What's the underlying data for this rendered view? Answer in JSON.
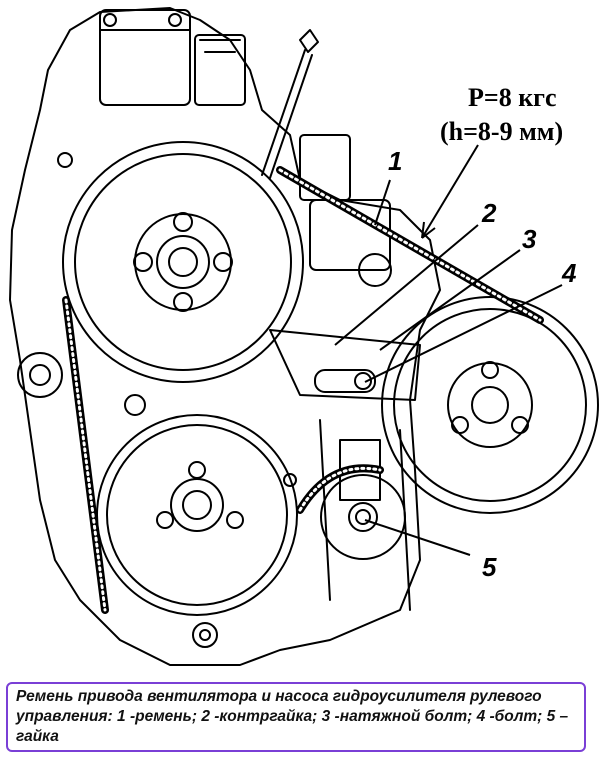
{
  "diagram": {
    "force_label": "P=8 кгс",
    "deflection_label": "(h=8-9 мм)",
    "callouts": [
      "1",
      "2",
      "3",
      "4",
      "5"
    ]
  },
  "caption": {
    "text": "Ремень привода вентилятора и насоса гидроусилителя рулевого управления: 1 -ремень; 2 -контргайка; 3 -натяжной болт; 4 -болт; 5 –гайка"
  },
  "colors": {
    "caption_border": "#7a3fd6",
    "ink": "#000000"
  }
}
